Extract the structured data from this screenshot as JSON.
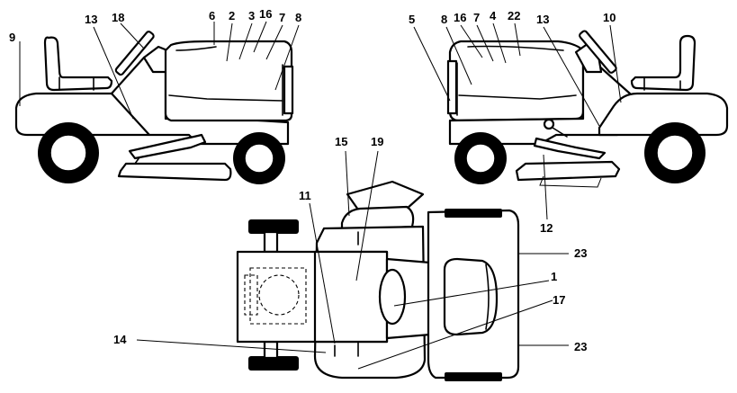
{
  "callouts": [
    "1",
    "2",
    "3",
    "4",
    "5",
    "7",
    "8",
    "9",
    "10",
    "11",
    "12",
    "13",
    "14",
    "15",
    "16",
    "17",
    "18",
    "19",
    "22",
    "23"
  ]
}
